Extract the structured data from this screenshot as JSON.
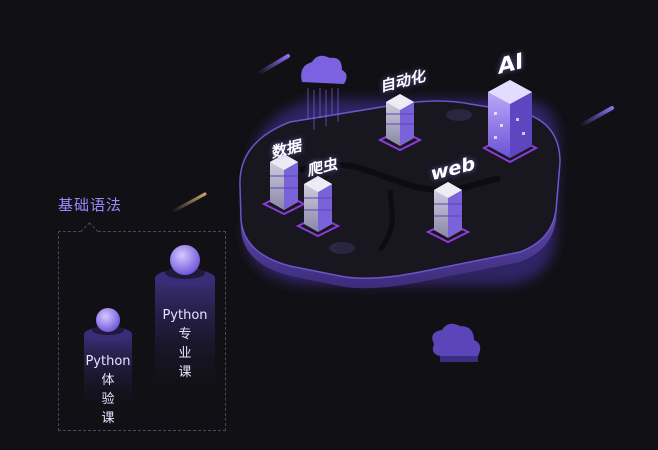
{
  "labels": {
    "ai": "AI",
    "automation": "自动化",
    "data": "数据",
    "crawler": "爬虫",
    "web": "web"
  },
  "basics": {
    "title": "基础语法"
  },
  "courses": {
    "trial": {
      "line1": "Python",
      "line2": "体",
      "line3": "验",
      "line4": "课"
    },
    "pro": {
      "line1": "Python",
      "line2": "专",
      "line3": "业",
      "line4": "课"
    }
  },
  "colors": {
    "background": "#111014",
    "accent": "#8b6cf0",
    "accent_light": "#b9a6ff",
    "platform": "#1a1820",
    "platform_edge": "#6b55c9"
  }
}
